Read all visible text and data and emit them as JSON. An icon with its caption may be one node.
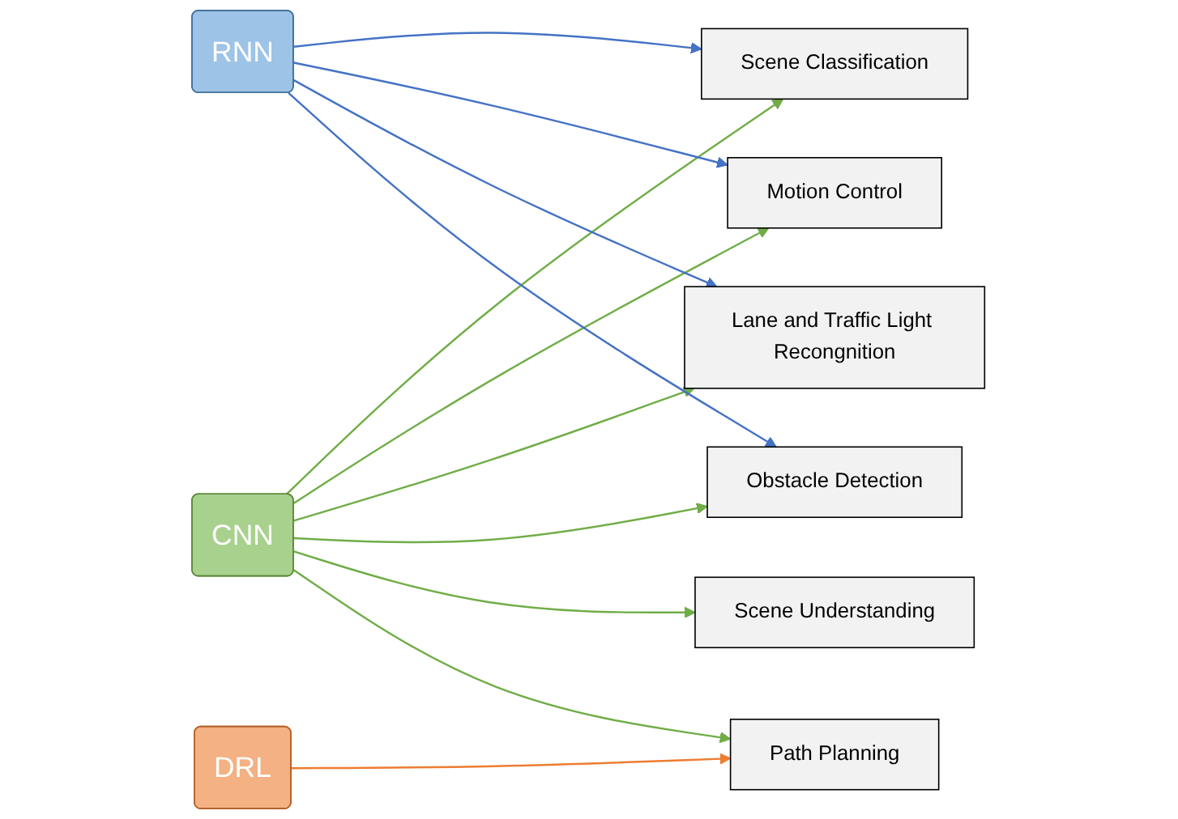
{
  "diagram": {
    "nodes": [
      {
        "text": [
          "CNN"
        ]
      },
      {
        "text": [
          "RNN"
        ]
      },
      {
        "text": [
          "DRL"
        ]
      },
      {
        "text": [
          "Scene Classification"
        ]
      },
      {
        "text": [
          "Motion Control"
        ]
      },
      {
        "text": [
          "Lane and Traffic Light Recongnition"
        ]
      },
      {
        "text": [
          "Obstacle Detection"
        ]
      },
      {
        "text": [
          "Scene Understanding"
        ]
      },
      {
        "text": [
          "Path Planning"
        ]
      }
    ],
    "edges": [
      {
        "from": 0,
        "to": 3,
        "arrow": "to"
      },
      {
        "from": 0,
        "to": 4,
        "arrow": "to"
      },
      {
        "from": 0,
        "to": 5,
        "arrow": "to"
      },
      {
        "from": 0,
        "to": 6,
        "arrow": "to"
      },
      {
        "from": 0,
        "to": 7,
        "arrow": "to"
      },
      {
        "from": 0,
        "to": 8,
        "arrow": "to"
      },
      {
        "from": 1,
        "to": 3,
        "arrow": "to",
        "color": "#4472c4"
      },
      {
        "from": 1,
        "to": 4,
        "arrow": "to",
        "color": "#4472c4"
      },
      {
        "from": 1,
        "to": 5,
        "arrow": "to",
        "color": "#4472c4"
      },
      {
        "from": 1,
        "to": 6,
        "arrow": "to",
        "color": "#4472c4"
      },
      {
        "from": 2,
        "to": 8,
        "arrow": "to",
        "color": "#ed7d31"
      }
    ]
  }
}
